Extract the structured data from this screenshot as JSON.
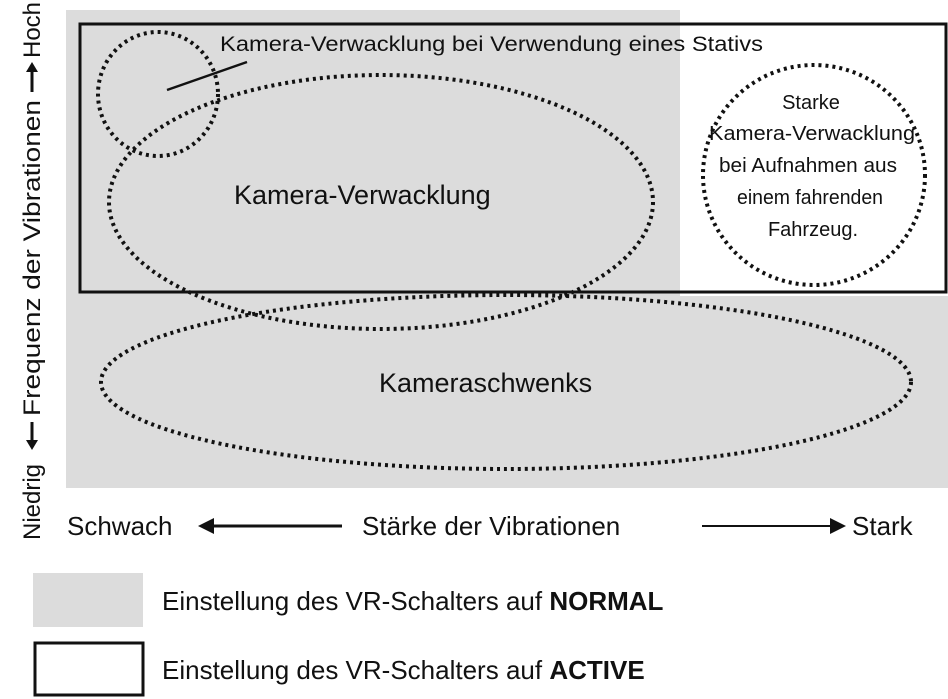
{
  "diagram": {
    "y_axis": {
      "low": "Niedrig",
      "label": "Frequenz der Vibrationen",
      "high": "Hoch"
    },
    "x_axis": {
      "low": "Schwach",
      "label": "Stärke der Vibrationen",
      "high": "Stark"
    },
    "regions": {
      "tripod_shake": "Kamera-Verwacklung bei Verwendung eines Stativs",
      "camera_shake": "Kamera-Verwacklung",
      "panning": "Kameraschwenks",
      "vehicle_shake": {
        "line1": "Starke",
        "line2": "Kamera-Verwacklung",
        "line3": "bei Aufnahmen aus",
        "line4": "einem fahrenden",
        "line5": "Fahrzeug."
      }
    },
    "legend": {
      "normal": {
        "prefix": "Einstellung des VR-Schalters auf ",
        "mode": "NORMAL"
      },
      "active": {
        "prefix": "Einstellung des VR-Schalters auf ",
        "mode": "ACTIVE"
      }
    },
    "colors": {
      "normal_fill": "#dcdcdc",
      "active_border": "#111111"
    }
  }
}
